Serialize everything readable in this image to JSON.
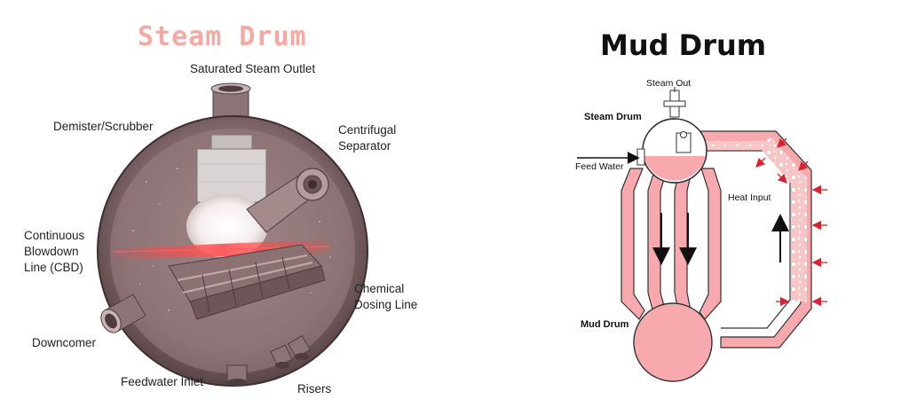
{
  "steam_drum": {
    "title": "Steam Drum",
    "title_color": "#f4a9a3",
    "labels": {
      "saturated_steam_outlet": "Saturated Steam Outlet",
      "demister": "Demister/Scrubber",
      "centrifugal_1": "Centrifugal",
      "centrifugal_2": "Separator",
      "cbd_1": "Continuous",
      "cbd_2": "Blowdown",
      "cbd_3": "Line (CBD)",
      "chemical_1": "Chemical",
      "chemical_2": "Dosing Line",
      "downcomer": "Downcomer",
      "feedwater_inlet": "Feedwater Inlet",
      "risers": "Risers"
    },
    "colors": {
      "shell": "#8a7173",
      "shell_dark": "#4f3c3e",
      "inner": "#b89a9c",
      "glow": "#ff4a4a"
    }
  },
  "mud_drum": {
    "title": "Mud Drum",
    "labels": {
      "steam_out": "Steam Out",
      "steam_drum": "Steam Drum",
      "feed_water": "Feed Water",
      "heat_input": "Heat Input",
      "mud_drum": "Mud Drum"
    },
    "colors": {
      "water": "#f7a9ad",
      "water_light": "#fde2e2",
      "arrow_red": "#d9232f",
      "outline": "#333333"
    }
  }
}
